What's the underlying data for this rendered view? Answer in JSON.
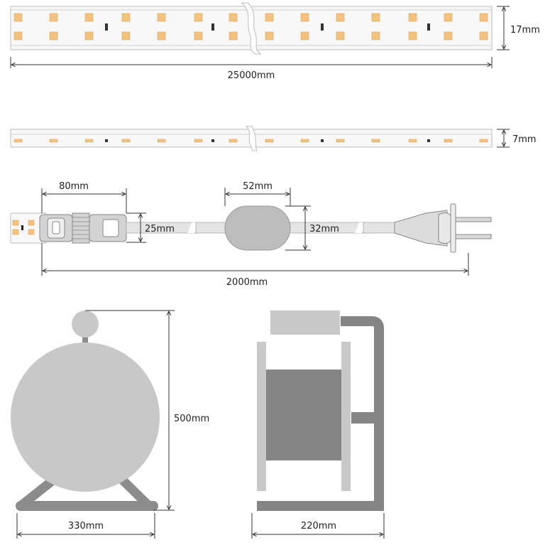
{
  "colors": {
    "led": "#f2c27f",
    "led_stroke": "#e3a355",
    "strip_fill": "#f8f8f8",
    "strip_edge": "#b9b9b9",
    "light_gray": "#d9d9d9",
    "mid_gray": "#c4c4c4",
    "dark_gray": "#858585",
    "line": "#333333"
  },
  "dimensions": {
    "strip_width": "17mm",
    "strip_length": "25000mm",
    "strip_height": "7mm",
    "connector_length": "80mm",
    "cable_diameter": "25mm",
    "controller_width": "52mm",
    "controller_height": "32mm",
    "cable_length": "2000mm",
    "reel_height": "500mm",
    "reel_width": "330mm",
    "reel_depth": "220mm"
  }
}
